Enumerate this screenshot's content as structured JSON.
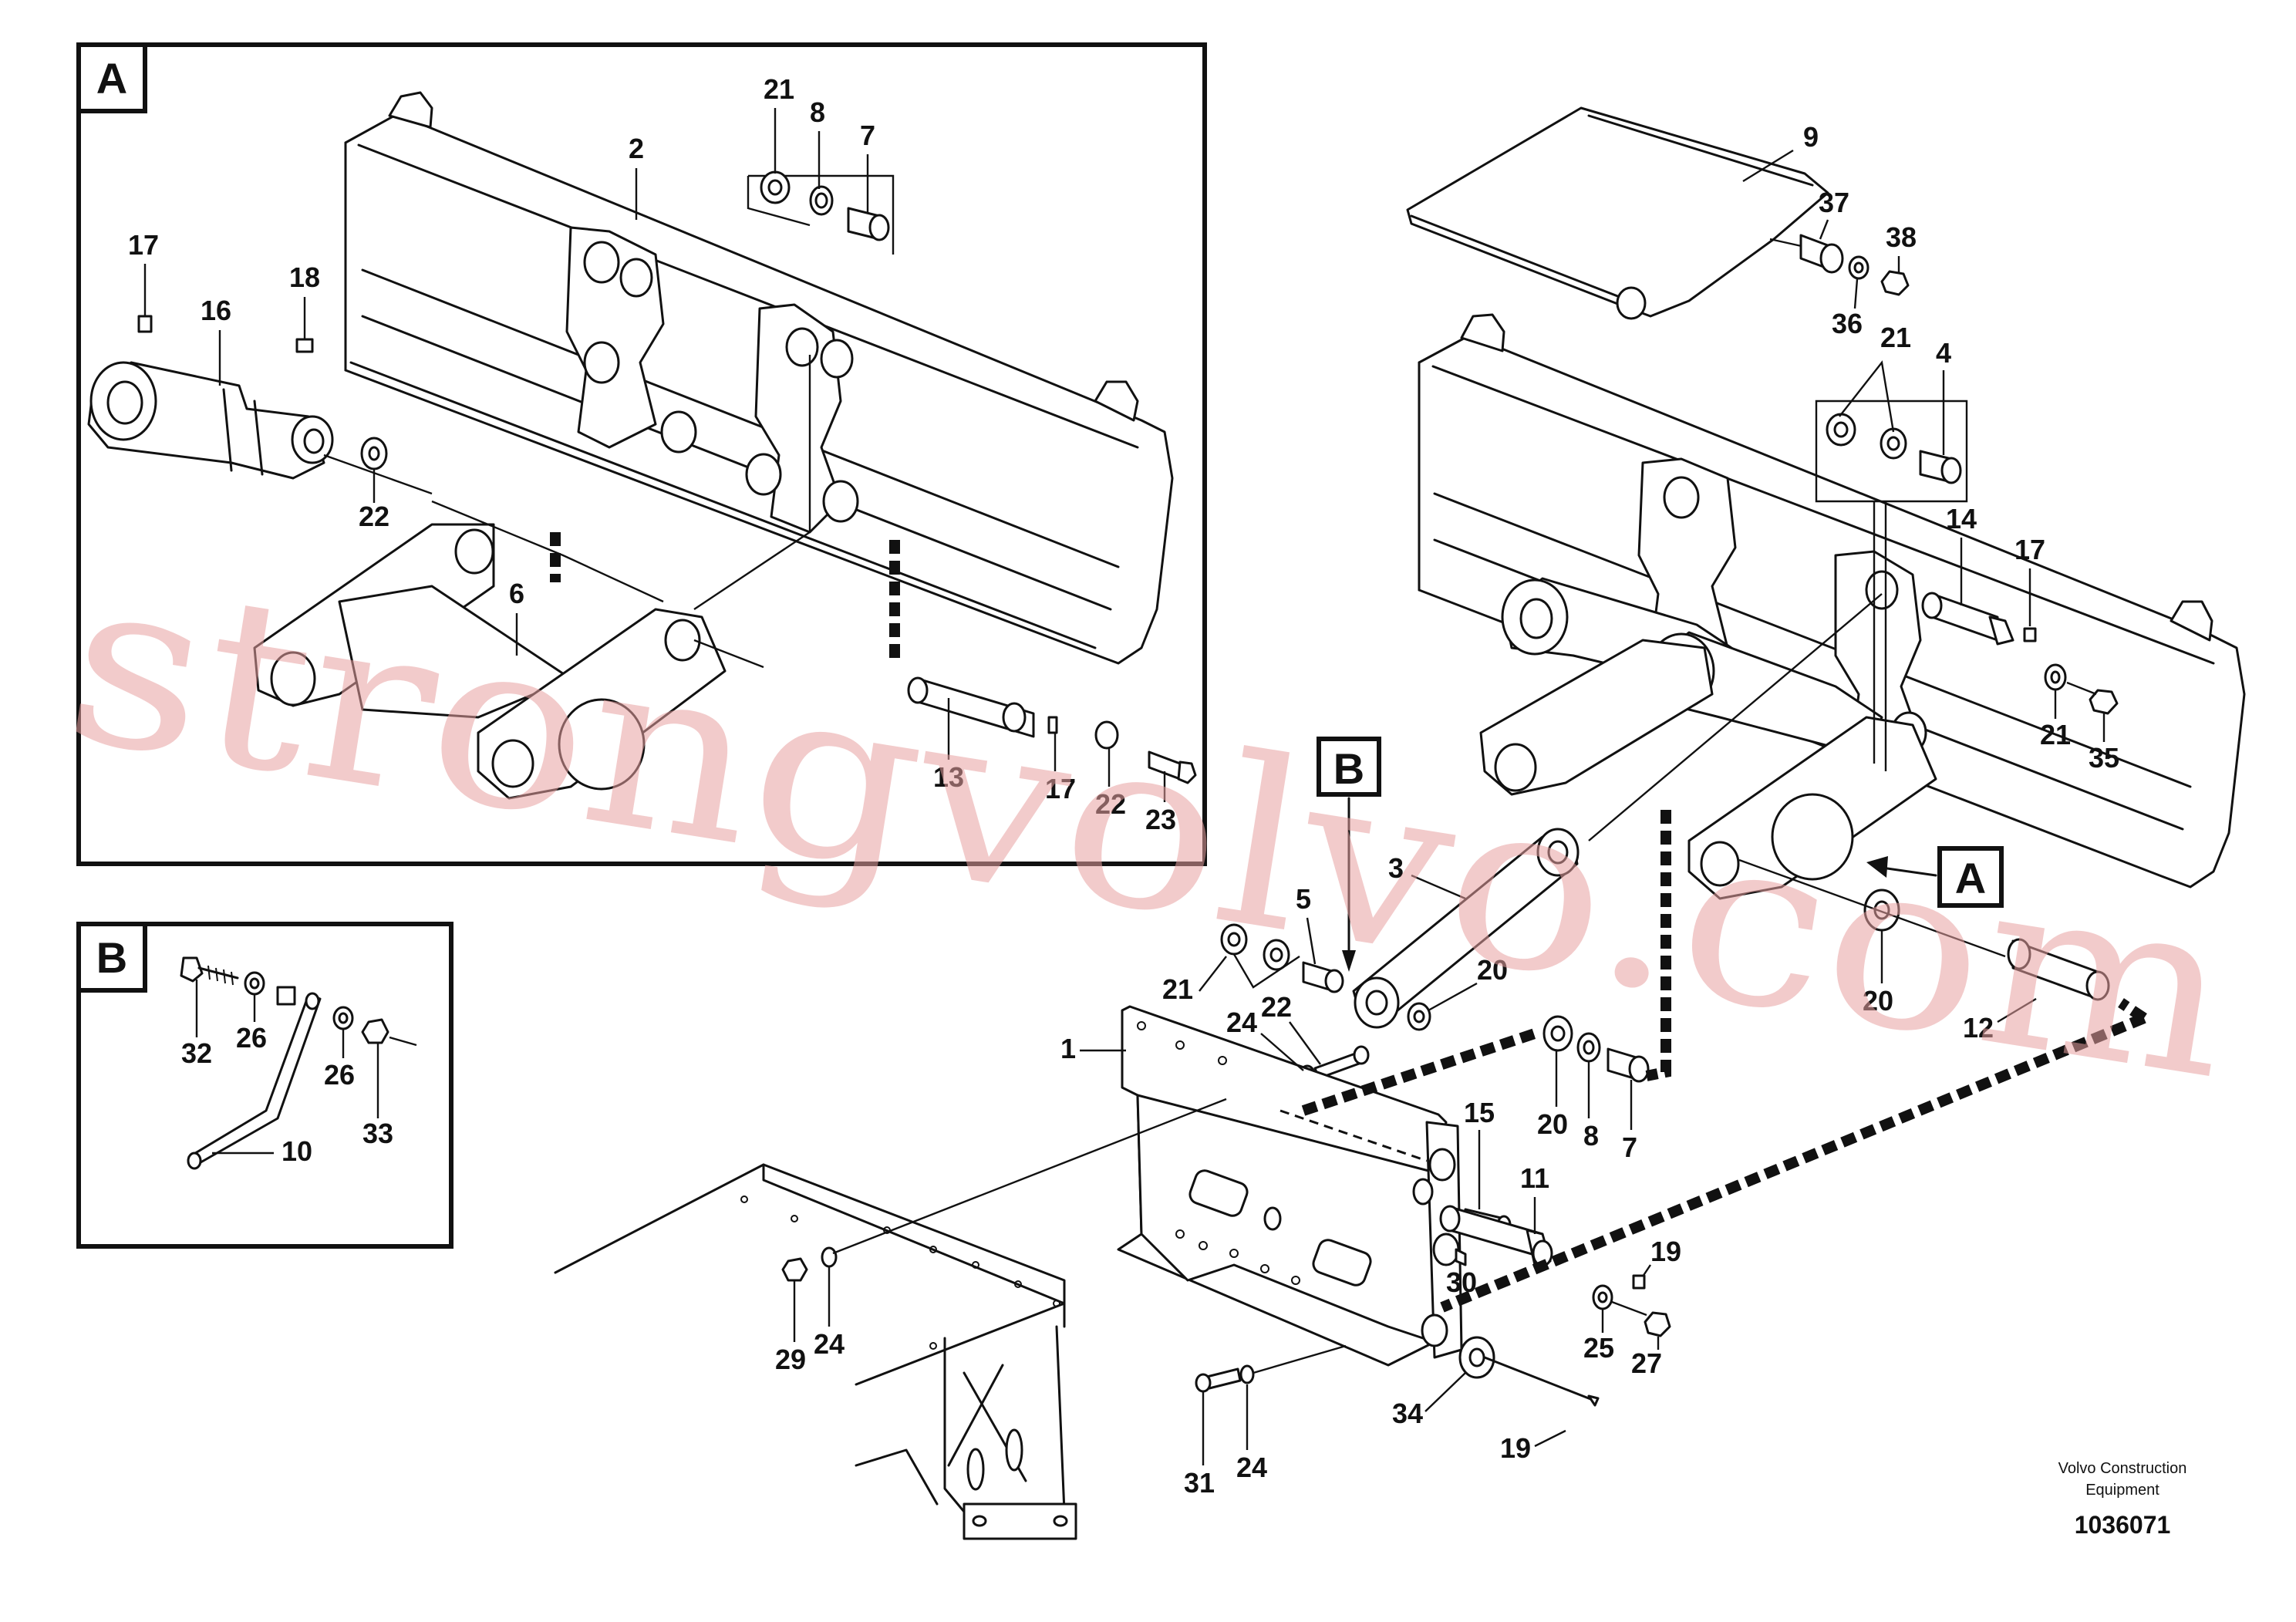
{
  "detail_a": {
    "label": "A",
    "callouts": [
      "21",
      "8",
      "7",
      "2",
      "17",
      "16",
      "18",
      "22",
      "6",
      "13",
      "17",
      "22",
      "23"
    ]
  },
  "detail_b": {
    "label": "B",
    "callouts": [
      "32",
      "26",
      "26",
      "33",
      "10"
    ]
  },
  "main": {
    "callouts": [
      "9",
      "37",
      "38",
      "36",
      "21",
      "4",
      "14",
      "17",
      "21",
      "35",
      "3",
      "5",
      "20",
      "21",
      "24",
      "22",
      "1",
      "20",
      "8",
      "7",
      "15",
      "11",
      "19",
      "30",
      "25",
      "27",
      "34",
      "19",
      "31",
      "24",
      "29",
      "24",
      "20",
      "12"
    ],
    "view_markers": {
      "b": "B",
      "a": "A"
    }
  },
  "watermark": "strongvolvo.com",
  "footer": {
    "brand_line1": "Volvo Construction",
    "brand_line2": "Equipment",
    "drawing_number": "1036071"
  }
}
